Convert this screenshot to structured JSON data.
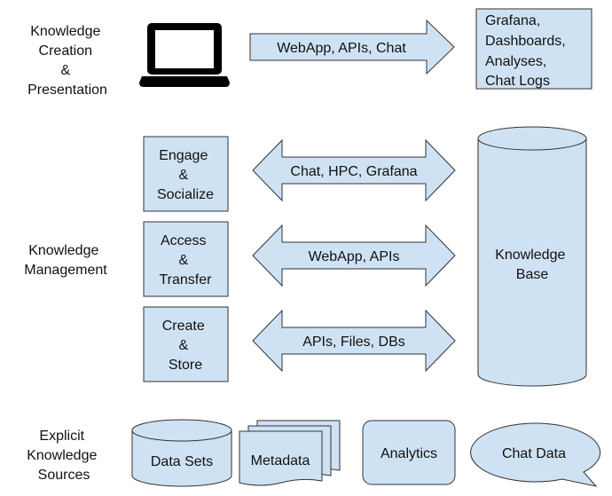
{
  "colors": {
    "fill": "#cfe2f3",
    "stroke": "#333333",
    "laptop": "#000000",
    "text": "#111111"
  },
  "rows": {
    "creation": [
      "Knowledge",
      "Creation",
      "&",
      "Presentation"
    ],
    "management": [
      "Knowledge",
      "Management"
    ],
    "explicit": [
      "Explicit",
      "Knowledge",
      "Sources"
    ]
  },
  "presentation": {
    "laptop_icon": "laptop-icon",
    "arrow_label": "WebApp, APIs, Chat",
    "outputs": [
      "Grafana,",
      "Dashboards,",
      "Analyses,",
      "Chat Logs"
    ]
  },
  "management": {
    "processes": [
      {
        "lines": [
          "Engage",
          "&",
          "Socialize"
        ],
        "arrow_label": "Chat, HPC, Grafana"
      },
      {
        "lines": [
          "Access",
          "&",
          "Transfer"
        ],
        "arrow_label": "WebApp, APIs"
      },
      {
        "lines": [
          "Create",
          "&",
          "Store"
        ],
        "arrow_label": "APIs, Files, DBs"
      }
    ],
    "knowledge_base": [
      "Knowledge",
      "Base"
    ]
  },
  "sources": {
    "data_sets": "Data Sets",
    "metadata": "Metadata",
    "analytics": "Analytics",
    "chat_data": "Chat Data"
  }
}
